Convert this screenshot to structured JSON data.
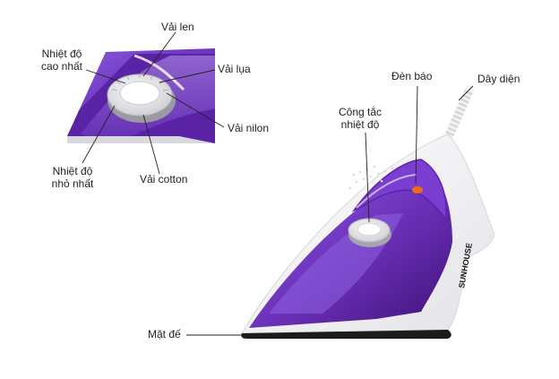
{
  "product": {
    "brand": "SUNHOUSE"
  },
  "callouts": {
    "vai_len": "Vải len",
    "nhiet_do_cao_nhat": "Nhiệt độ\ncao nhất",
    "vai_lua": "Vải lụa",
    "vai_nilon": "Vải nilon",
    "nhiet_do_nho_nhat": "Nhiệt độ\nnhỏ nhất",
    "vai_cotton": "Vải cotton",
    "cong_tac_nhiet_do": "Công tắc\nnhiệt độ",
    "den_bao": "Đèn báo",
    "day_dien": "Dây diện",
    "mat_de": "Mặt đế"
  },
  "colors": {
    "body_purple": "#6a2fb8",
    "deep_purple": "#4a1685",
    "light_purple": "#a07de0",
    "shell_white": "#f7f7f9",
    "dial_white": "#ececf0",
    "soleplate": "#1c1c1c",
    "indicator": "#f06a1a",
    "leader_line": "#222222"
  }
}
